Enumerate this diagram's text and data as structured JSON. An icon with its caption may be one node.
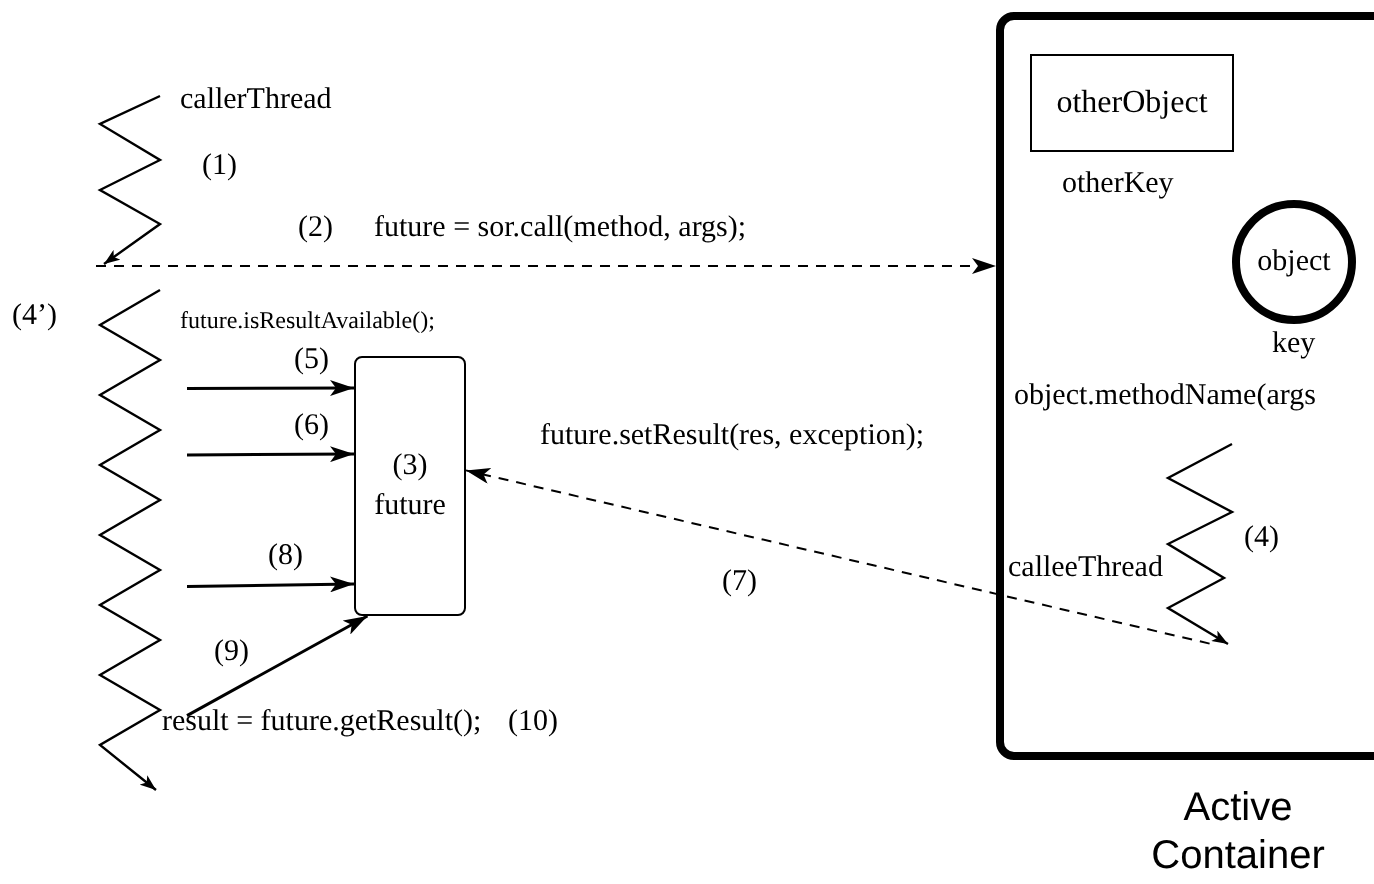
{
  "diagram": {
    "nodes": [
      {
        "text": [
          "Active Container"
        ]
      },
      {
        "text": [
          "otherObject"
        ],
        "in": 0,
        "beside": [
          "otherKey"
        ]
      },
      {
        "text": [
          "object"
        ],
        "in": 0,
        "beside": [
          "key"
        ]
      },
      {
        "text": [
          "(3)",
          "future"
        ]
      },
      {
        "text": [],
        "shape": "zigzag",
        "beside": [
          "callerThread"
        ]
      },
      {
        "text": [],
        "shape": "zigzag",
        "beside": [
          "(4’)"
        ]
      },
      {
        "text": [],
        "shape": "zigzag",
        "in": 0,
        "beside": [
          "calleeThread",
          "(4)"
        ]
      }
    ],
    "edges": [
      {
        "from": 4,
        "to": 0,
        "arrow": "to",
        "style": "dashed",
        "label": "(2)"
      },
      {
        "from": 5,
        "to": 3,
        "arrow": "to",
        "label": "(5)"
      },
      {
        "from": 5,
        "to": 3,
        "arrow": "to",
        "label": "(6)"
      },
      {
        "from": 5,
        "to": 3,
        "arrow": "to",
        "label": "(8)"
      },
      {
        "from": 5,
        "to": 3,
        "arrow": "to",
        "label": "(9)"
      },
      {
        "from": 6,
        "to": 3,
        "arrow": "to",
        "style": "dashed",
        "label": "(7)"
      }
    ],
    "labels": [
      "(1)",
      "future = sor.call(method, args);",
      "future.isResultAvailable();",
      "future.setResult(res, exception);",
      "object.methodName(args",
      "result = future.getResult();",
      "(10)"
    ]
  }
}
